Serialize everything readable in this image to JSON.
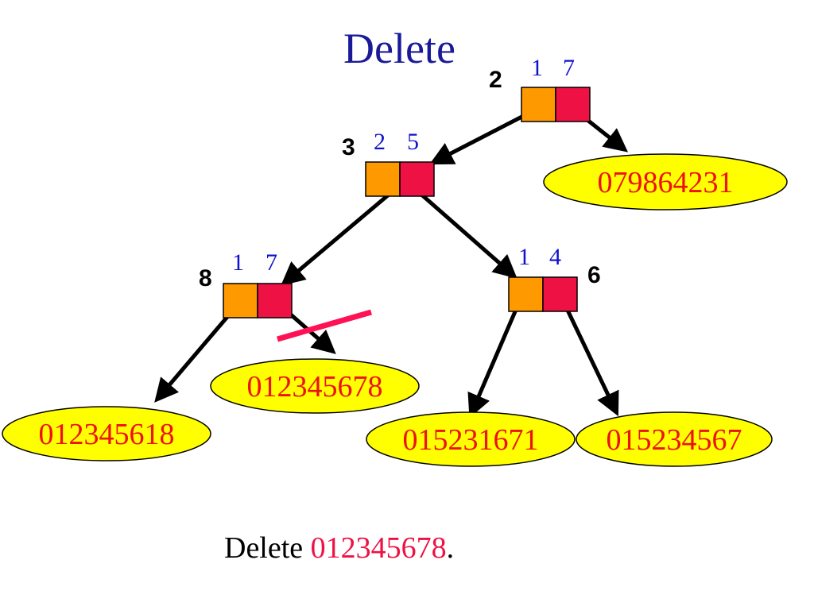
{
  "title": "Delete",
  "caption": {
    "prefix": "Delete ",
    "key": "012345678",
    "suffix": "."
  },
  "colors": {
    "title": "#1a1a99",
    "left_half": "#ff9900",
    "right_half": "#ee1144",
    "leaf_fill": "#ffff00",
    "leaf_text": "#ee1111",
    "node_numbers": "#1111cc",
    "bit_index": "#000000",
    "strike": "#ff1155"
  },
  "nodes": [
    {
      "id": "root",
      "bit_index": "2",
      "left_value": "1",
      "right_value": "7"
    },
    {
      "id": "n3",
      "bit_index": "3",
      "left_value": "2",
      "right_value": "5"
    },
    {
      "id": "n8",
      "bit_index": "8",
      "left_value": "1",
      "right_value": "7"
    },
    {
      "id": "n6",
      "bit_index": "6",
      "left_value": "1",
      "right_value": "4"
    }
  ],
  "leaves": [
    {
      "id": "leaf-079864231",
      "key": "079864231"
    },
    {
      "id": "leaf-012345678",
      "key": "012345678",
      "deleted": true
    },
    {
      "id": "leaf-012345618",
      "key": "012345618"
    },
    {
      "id": "leaf-015231671",
      "key": "015231671"
    },
    {
      "id": "leaf-015234567",
      "key": "015234567"
    }
  ]
}
